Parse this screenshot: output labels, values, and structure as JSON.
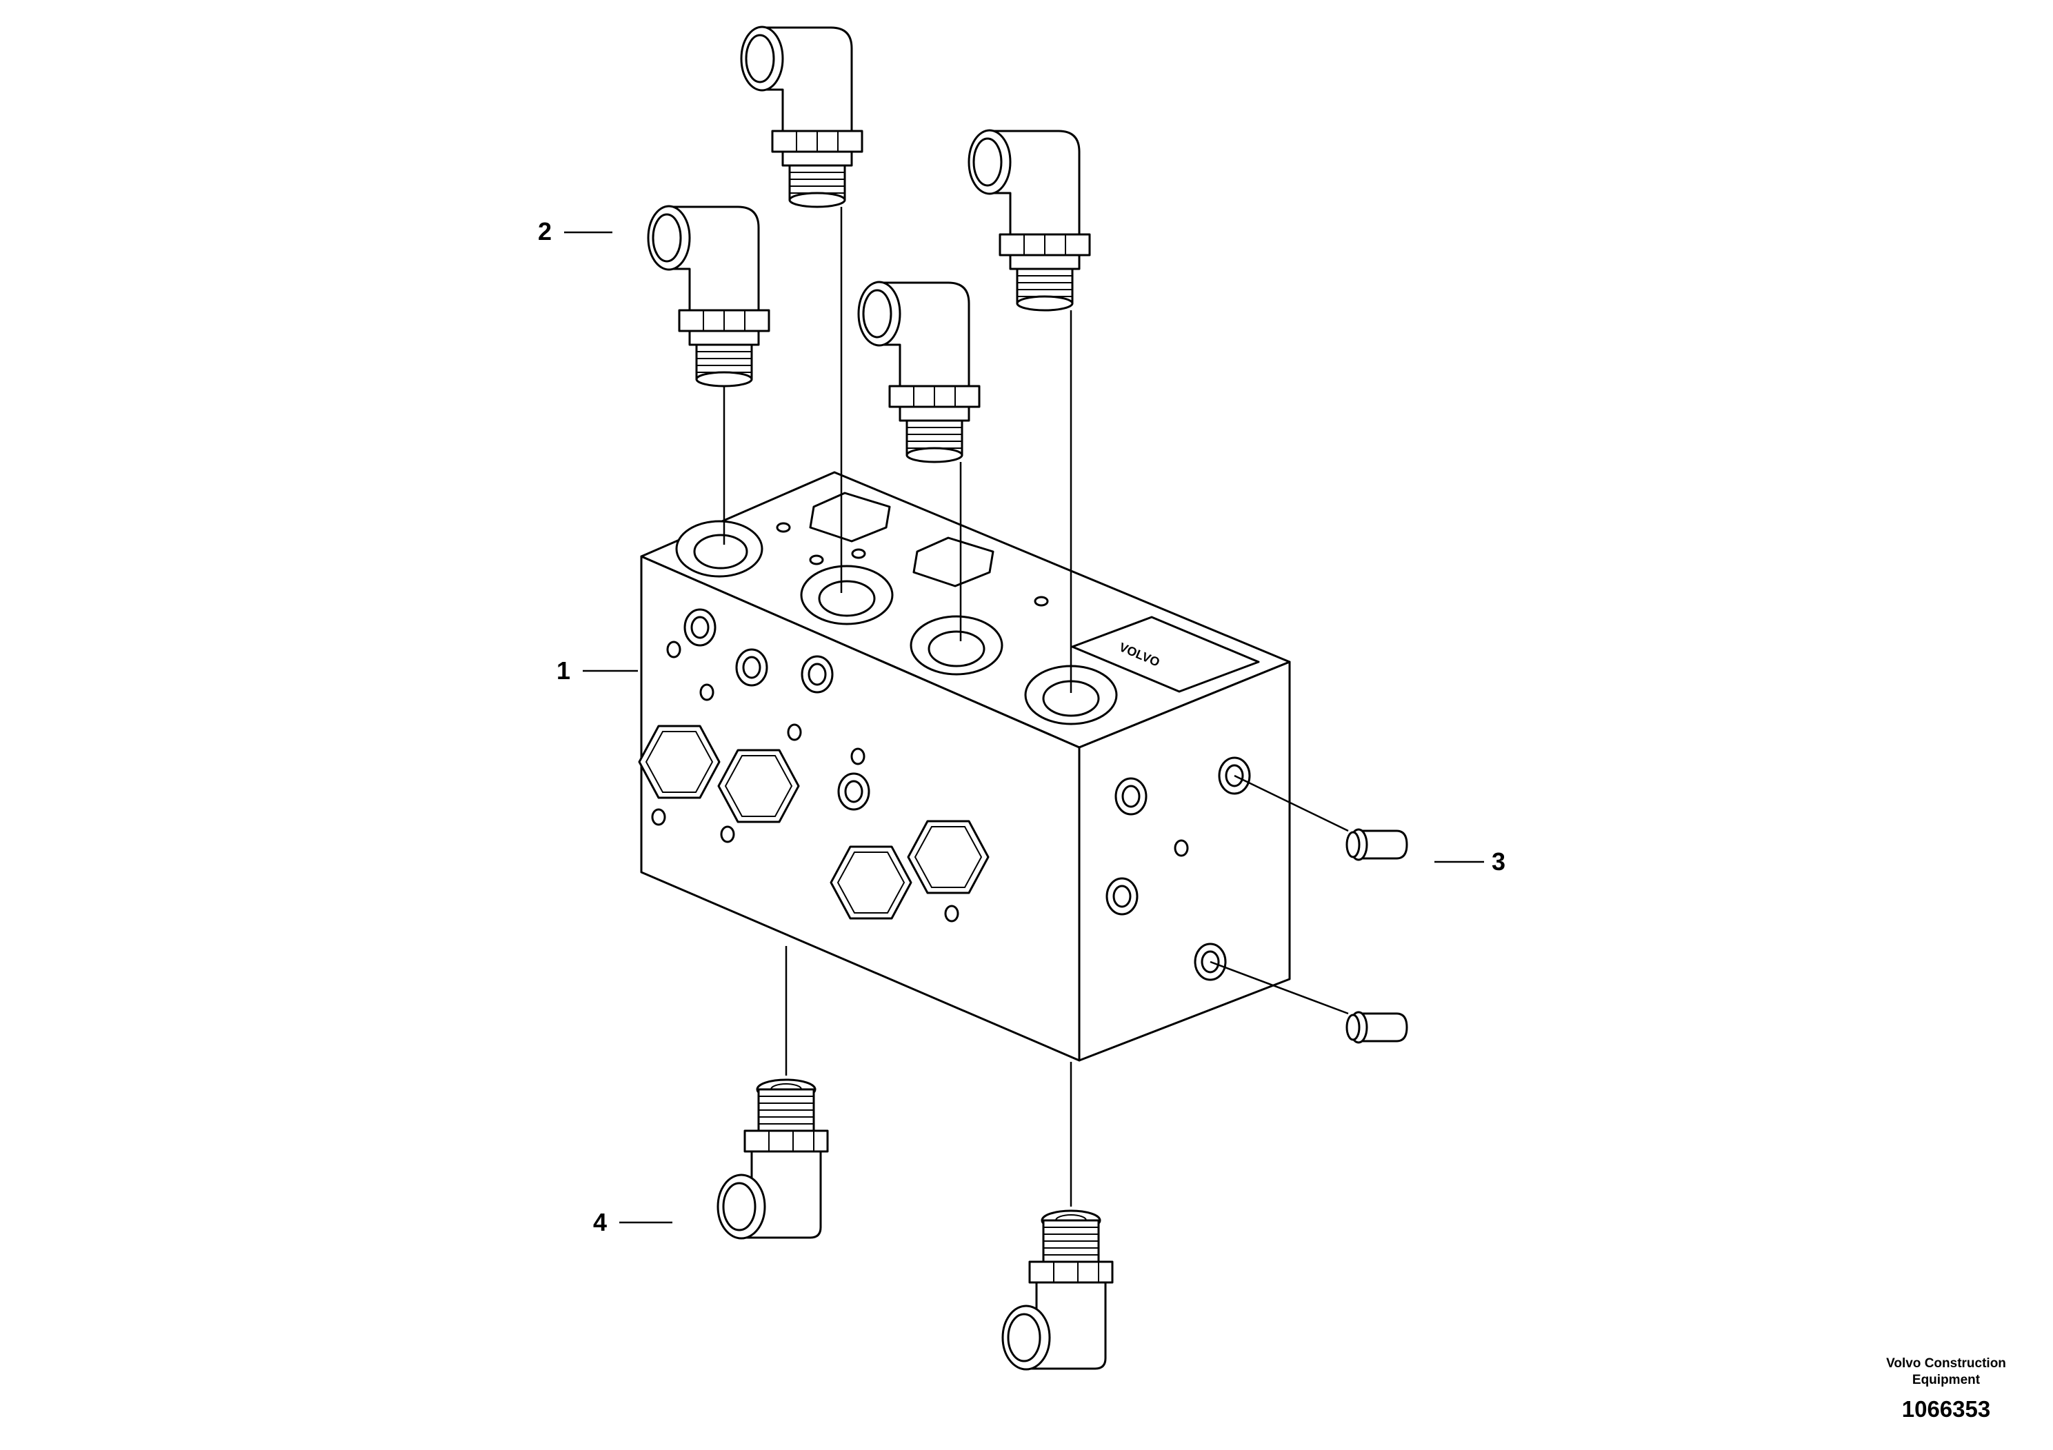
{
  "callouts": [
    {
      "id": "1",
      "label": "1"
    },
    {
      "id": "2",
      "label": "2"
    },
    {
      "id": "3",
      "label": "3"
    },
    {
      "id": "4",
      "label": "4"
    }
  ],
  "manifold_plate": "VOLVO",
  "credit": {
    "line1": "Volvo Construction",
    "line2": "Equipment",
    "doc_number": "1066353"
  }
}
